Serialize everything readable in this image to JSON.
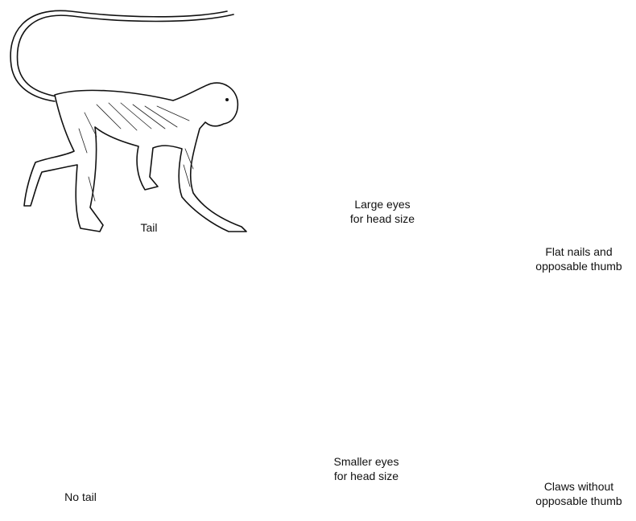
{
  "captions": {
    "tail": "Tail",
    "no_tail": "No tail",
    "large_eyes": "Large eyes\nfor head size",
    "smaller_eyes": "Smaller eyes\nfor head size",
    "flat_nails": "Flat nails and\nopposable thumb",
    "claws": "Claws without\nopposable thumb"
  },
  "colors": {
    "ink": "#111111",
    "paper": "#ffffff"
  }
}
